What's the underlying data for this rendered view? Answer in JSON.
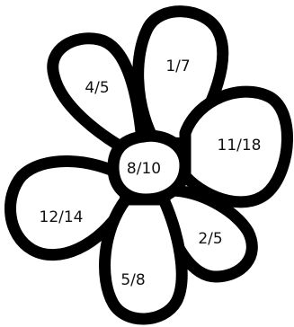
{
  "flower": {
    "center_label": "8/10",
    "petals": [
      {
        "label": "1/7"
      },
      {
        "label": "4/5"
      },
      {
        "label": "11/18"
      },
      {
        "label": "12/14"
      },
      {
        "label": "2/5"
      },
      {
        "label": "5/8"
      }
    ],
    "colors": {
      "outline": "#000000",
      "fill": "#ffffff"
    }
  }
}
